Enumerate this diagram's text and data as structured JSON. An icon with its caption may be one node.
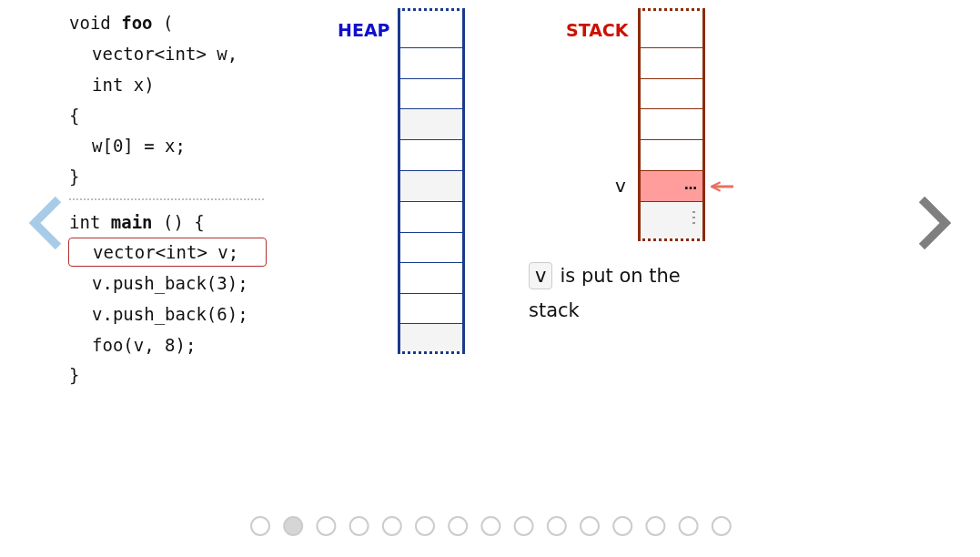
{
  "diagram": {
    "nodes": [
      {
        "text": [
          "vector<int> v;"
        ]
      },
      {
        "text": [
          "HEAP"
        ]
      },
      {
        "text": [],
        "shape": "box",
        "in": 1
      },
      {
        "text": [],
        "shape": "box",
        "in": 1
      },
      {
        "text": [],
        "shape": "box",
        "in": 1
      },
      {
        "text": [],
        "shape": "box",
        "in": 1
      },
      {
        "text": [],
        "shape": "box",
        "in": 1
      },
      {
        "text": [],
        "shape": "box",
        "in": 1
      },
      {
        "text": [],
        "shape": "box",
        "in": 1
      },
      {
        "text": [],
        "shape": "box",
        "in": 1
      },
      {
        "text": [],
        "shape": "box",
        "in": 1
      },
      {
        "text": [],
        "shape": "box",
        "in": 1
      },
      {
        "text": [],
        "shape": "box",
        "in": 1
      },
      {
        "text": [
          "STACK"
        ]
      },
      {
        "text": [],
        "shape": "box",
        "in": 13
      },
      {
        "text": [],
        "shape": "box",
        "in": 13
      },
      {
        "text": [],
        "shape": "box",
        "in": 13
      },
      {
        "text": [],
        "shape": "box",
        "in": 13
      },
      {
        "text": [],
        "shape": "box",
        "in": 13
      },
      {
        "text": [
          "…"
        ],
        "beside": [
          "v"
        ],
        "in": 13
      },
      {
        "text": [],
        "shape": "box",
        "in": 13
      },
      {
        "text": [
          "v"
        ]
      }
    ],
    "edges": [
      {
        "from": null,
        "to": 19,
        "arrow": "to",
        "color": "#e87060"
      }
    ],
    "labels": [
      "void **foo** (",
      "vector<int> w,",
      "int x)",
      "{",
      "w[0] = x;",
      "}",
      "int **main** () {",
      "v.push_back(3);",
      "v.push_back(6);",
      "foo(v, 8);",
      "}",
      "is put on the stack"
    ]
  }
}
